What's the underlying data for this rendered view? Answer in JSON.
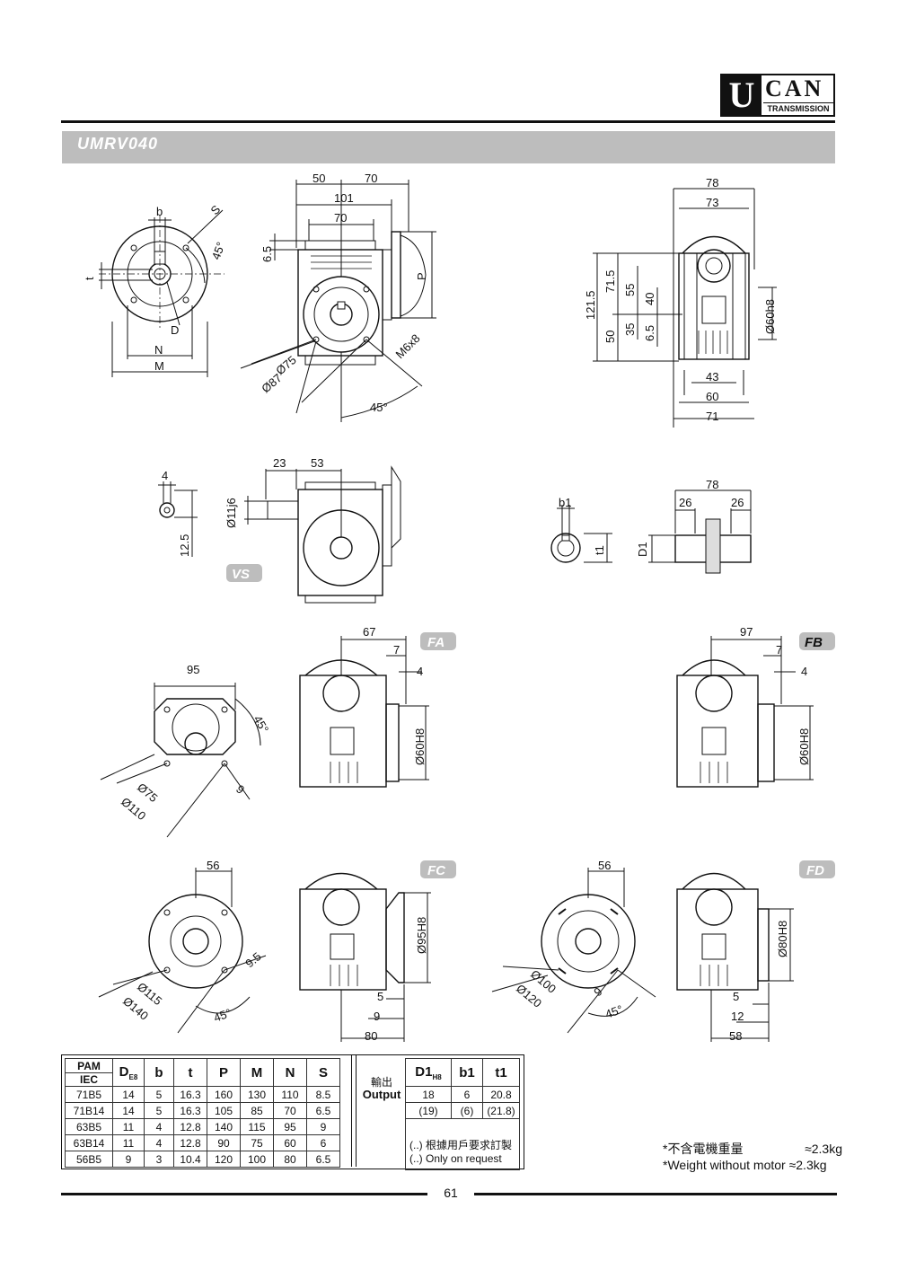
{
  "logo": {
    "letter": "U",
    "name": "CAN",
    "sub": "TRANSMISSION"
  },
  "model": "UMRV040",
  "badges": {
    "vs": "VS",
    "fa": "FA",
    "fb": "FB",
    "fc": "FC",
    "fd": "FD"
  },
  "dims": {
    "d50": "50",
    "d70a": "70",
    "d101": "101",
    "d70b": "70",
    "b": "b",
    "s": "S",
    "a45a": "45°",
    "t": "t",
    "d65": "6.5",
    "p": "P",
    "phi75": "Ø75",
    "phi87": "Ø87",
    "m6x8": "M6x8",
    "a45b": "45°",
    "d": "D",
    "n": "N",
    "m": "M",
    "d78a": "78",
    "d73": "73",
    "d1215": "121.5",
    "d715": "71.5",
    "d55": "55",
    "d40": "40",
    "d50b": "50",
    "d35": "35",
    "d65b": "6.5",
    "phi60a": "Ø60h8",
    "d43": "43",
    "d60": "60",
    "d71": "71",
    "d4a": "4",
    "d125": "12.5",
    "d23": "23",
    "d53": "53",
    "phi11": "Ø11j6",
    "b1": "b1",
    "t1": "t1",
    "d78b": "78",
    "d26a": "26",
    "d26b": "26",
    "dd1": "D1",
    "d95": "95",
    "a45c": "45°",
    "phi75b": "Ø75",
    "phi110": "Ø110",
    "d9a": "9",
    "d67": "67",
    "d7a": "7",
    "d4b": "4",
    "phi60b": "Ø60H8",
    "d97": "97",
    "d7b": "7",
    "d4c": "4",
    "phi60c": "Ø60H8",
    "d56a": "56",
    "d95b": "9.5",
    "phi115": "Ø115",
    "phi140": "Ø140",
    "a45d": "45°",
    "phi95": "Ø95H8",
    "d5a": "5",
    "d9b": "9",
    "d80": "80",
    "d56b": "56",
    "phi100": "Ø100",
    "phi120": "Ø120",
    "d9c": "9",
    "a45e": "45°",
    "phi80": "Ø80H8",
    "d5b": "5",
    "d12": "12",
    "d58": "58"
  },
  "table": {
    "headers": [
      "PAM",
      "IEC",
      "D",
      "E8",
      "b",
      "t",
      "P",
      "M",
      "N",
      "S"
    ],
    "rows": [
      [
        "71B5",
        "14",
        "5",
        "16.3",
        "160",
        "130",
        "110",
        "8.5"
      ],
      [
        "71B14",
        "14",
        "5",
        "16.3",
        "105",
        "85",
        "70",
        "6.5"
      ],
      [
        "63B5",
        "11",
        "4",
        "12.8",
        "140",
        "115",
        "95",
        "9"
      ],
      [
        "63B14",
        "11",
        "4",
        "12.8",
        "90",
        "75",
        "60",
        "6"
      ],
      [
        "56B5",
        "9",
        "3",
        "10.4",
        "120",
        "100",
        "80",
        "6.5"
      ]
    ],
    "out_headers": [
      "D1",
      "H8",
      "b1",
      "t1"
    ],
    "out_rows": [
      [
        "18",
        "6",
        "20.8"
      ],
      [
        "(19)",
        "(6)",
        "(21.8)"
      ]
    ],
    "out_label_cn": "輸出",
    "out_label_en": "Output",
    "note_cn": "(..) 根據用戶要求訂製",
    "note_en": "(..) Only on request"
  },
  "weight": {
    "cn_label": "*不含電機重量",
    "cn_value": "≈2.3kg",
    "en_line": "*Weight without motor ≈2.3kg"
  },
  "page_number": "61"
}
